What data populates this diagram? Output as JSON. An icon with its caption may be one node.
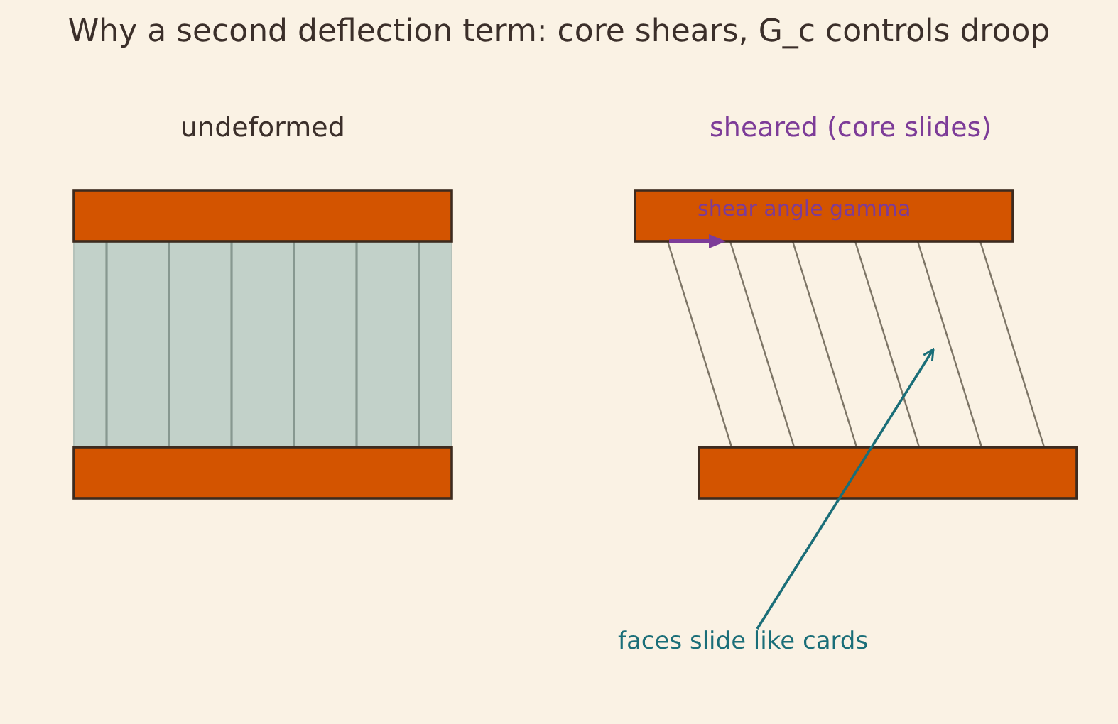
{
  "diagram": {
    "title": "Why a second deflection term: core shears, G_c controls droop",
    "nodes": [
      {
        "text": [],
        "shape": "picture"
      },
      {
        "text": [
          "faces slide like cards"
        ]
      }
    ],
    "edges": [
      {
        "from": 1,
        "to": 0,
        "arrow": "to"
      }
    ],
    "labels": [
      "undeformed",
      "sheared (core slides)",
      "shear angle gamma"
    ]
  }
}
